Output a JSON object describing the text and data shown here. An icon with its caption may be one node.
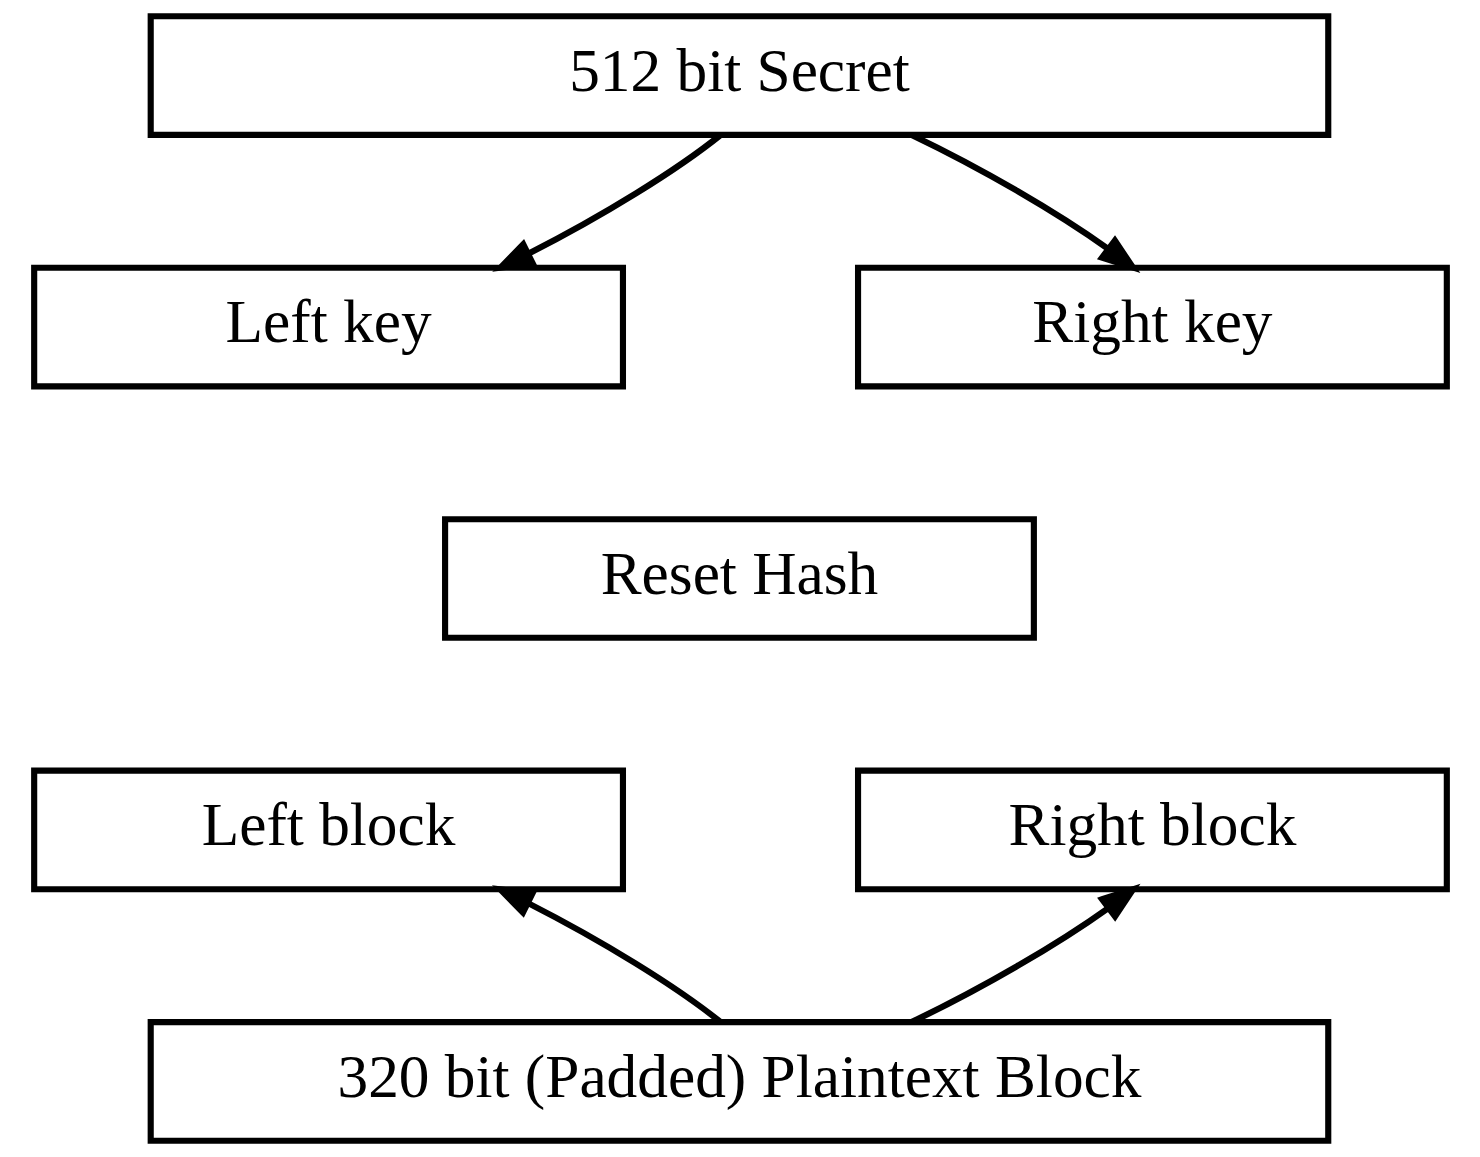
{
  "diagram": {
    "nodes": [
      {
        "text": [
          "512 bit Secret"
        ]
      },
      {
        "text": [
          "Left key"
        ]
      },
      {
        "text": [
          "Right key"
        ]
      },
      {
        "text": [
          "Reset Hash"
        ]
      },
      {
        "text": [
          "Left block"
        ]
      },
      {
        "text": [
          "Right block"
        ]
      },
      {
        "text": [
          "320 bit (Padded) Plaintext Block"
        ]
      }
    ],
    "edges": [
      {
        "from": 0,
        "to": 1,
        "arrow": "to"
      },
      {
        "from": 0,
        "to": 2,
        "arrow": "to"
      },
      {
        "from": 6,
        "to": 4,
        "arrow": "to"
      },
      {
        "from": 6,
        "to": 5,
        "arrow": "to"
      }
    ]
  }
}
